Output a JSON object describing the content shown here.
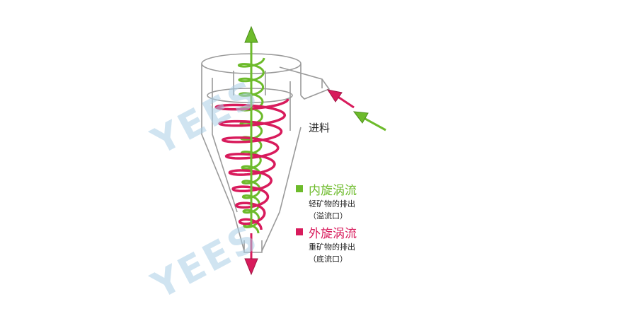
{
  "watermark": "YEES",
  "feed_label": "进料",
  "colors": {
    "inner_green": "#6dbb2b",
    "outer_red": "#d81b5c",
    "body_outline": "#9a9a9a"
  },
  "legend": [
    {
      "key": "inner",
      "title": "内旋涡流",
      "line1": "轻矿物的排出",
      "line2": "（溢流口）",
      "color": "#6dbb2b"
    },
    {
      "key": "outer",
      "title": "外旋涡流",
      "line1": "重矿物的排出",
      "line2": "（底流口）",
      "color": "#d81b5c"
    }
  ]
}
